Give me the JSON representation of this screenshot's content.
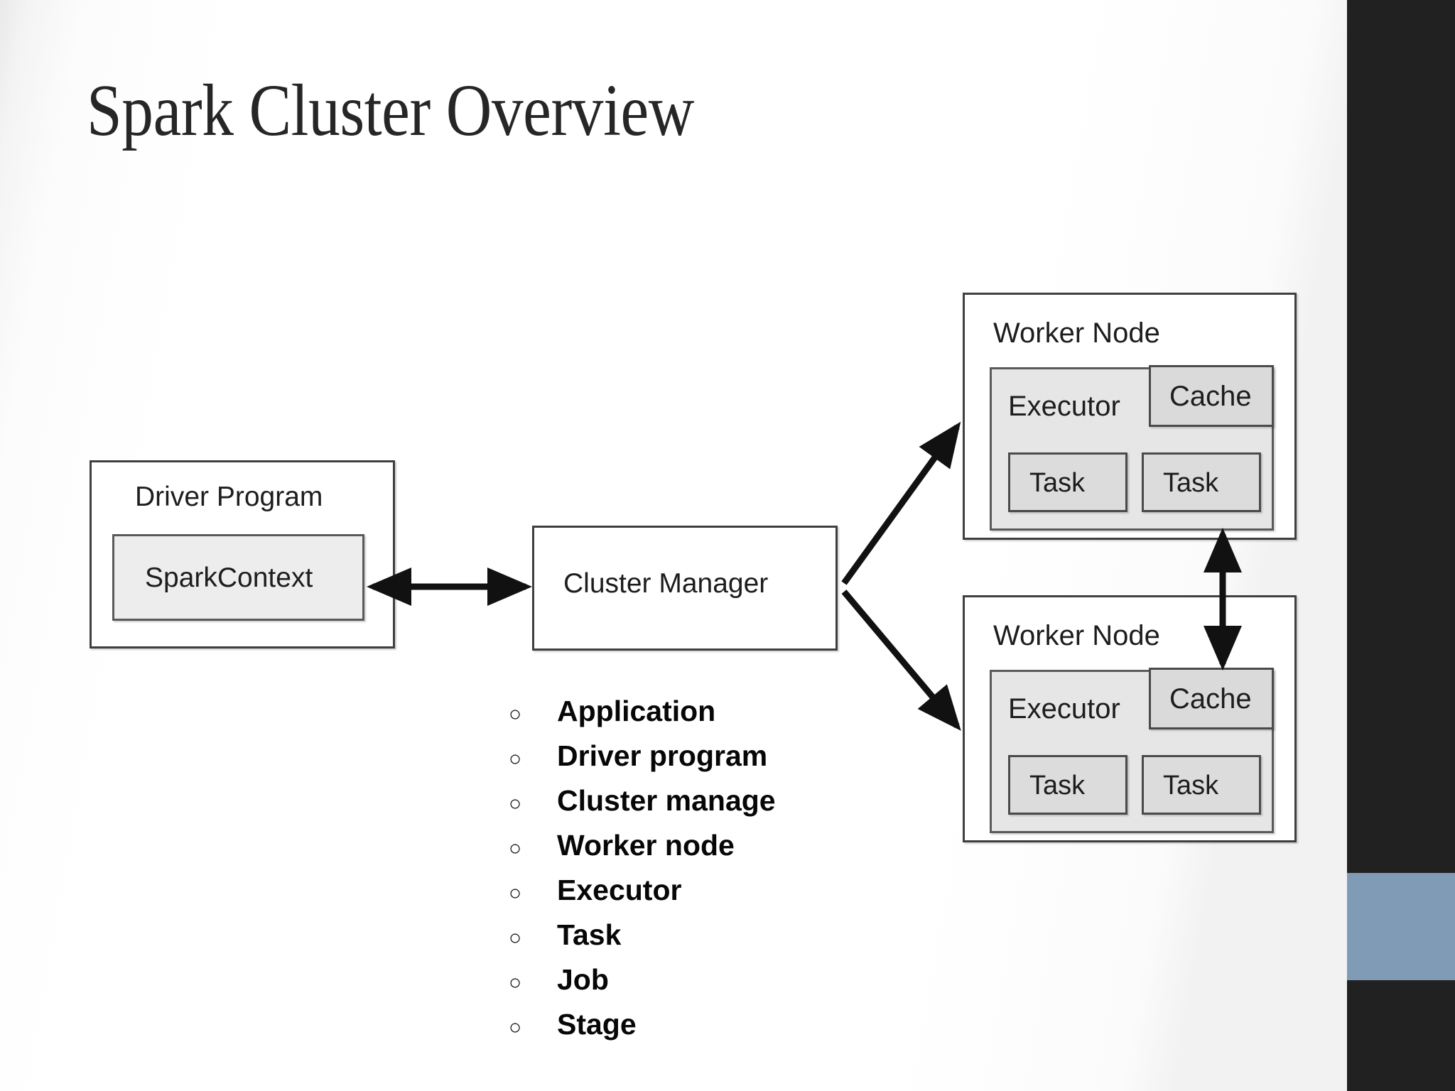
{
  "slide": {
    "title": "Spark Cluster Overview",
    "background_color": "#ffffff",
    "accent_bar_color": "#212121",
    "accent_block_color": "#7f9bb5"
  },
  "diagram": {
    "driver_program": {
      "label": "Driver Program",
      "spark_context": {
        "label": "SparkContext"
      }
    },
    "cluster_manager": {
      "label": "Cluster Manager"
    },
    "worker_nodes": [
      {
        "label": "Worker Node",
        "executor": {
          "label": "Executor"
        },
        "cache": {
          "label": "Cache"
        },
        "tasks": [
          {
            "label": "Task"
          },
          {
            "label": "Task"
          }
        ]
      },
      {
        "label": "Worker Node",
        "executor": {
          "label": "Executor"
        },
        "cache": {
          "label": "Cache"
        },
        "tasks": [
          {
            "label": "Task"
          },
          {
            "label": "Task"
          }
        ]
      }
    ],
    "connections": [
      {
        "from": "SparkContext",
        "to": "Cluster Manager",
        "style": "double-arrow"
      },
      {
        "from": "Cluster Manager",
        "to": "Worker Node 1",
        "style": "arrow"
      },
      {
        "from": "Cluster Manager",
        "to": "Worker Node 2",
        "style": "arrow"
      },
      {
        "from": "Worker Node 1",
        "to": "Worker Node 2",
        "style": "double-arrow"
      }
    ]
  },
  "bullets": {
    "marker": "○",
    "items": [
      {
        "label": "Application"
      },
      {
        "label": "Driver program"
      },
      {
        "label": "Cluster manage"
      },
      {
        "label": "Worker node"
      },
      {
        "label": "Executor"
      },
      {
        "label": "Task"
      },
      {
        "label": "Job"
      },
      {
        "label": "Stage"
      }
    ]
  }
}
